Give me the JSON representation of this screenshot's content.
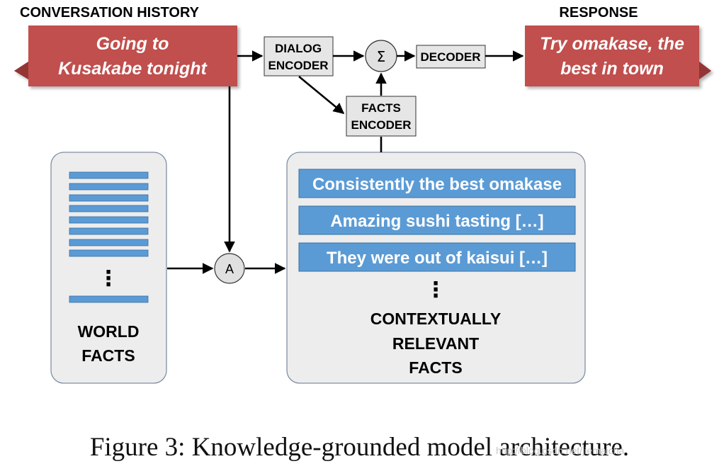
{
  "labels": {
    "conversation_history": "CONVERSATION HISTORY",
    "response": "RESPONSE"
  },
  "conversation_banner": {
    "line1": "Going to",
    "line2": "Kusakabe tonight"
  },
  "response_banner": {
    "line1": "Try omakase, the",
    "line2": "best in town"
  },
  "dialog_encoder": {
    "line1": "DIALOG",
    "line2": "ENCODER"
  },
  "sum_symbol": "Σ",
  "decoder": "DECODER",
  "facts_encoder": {
    "line1": "FACTS",
    "line2": "ENCODER"
  },
  "attention_symbol": "A",
  "world_facts": {
    "dots": "⋮",
    "line1": "WORLD",
    "line2": "FACTS"
  },
  "contextual_facts": {
    "items": [
      "Consistently the best omakase",
      "Amazing sushi tasting […]",
      "They were out of kaisui […]"
    ],
    "dots": "⋮",
    "line1": "CONTEXTUALLY",
    "line2": "RELEVANT",
    "line3": "FACTS"
  },
  "caption": "Figure 3: Knowledge-grounded model architecture.",
  "watermark": "http://blog.csdn.net/jiemaicha",
  "colors": {
    "banner_red": "#c0504d",
    "fact_blue": "#5b9bd5",
    "box_gray": "#e7e6e6",
    "panel_gray": "#ededed",
    "panel_border": "#7f8fa6"
  }
}
